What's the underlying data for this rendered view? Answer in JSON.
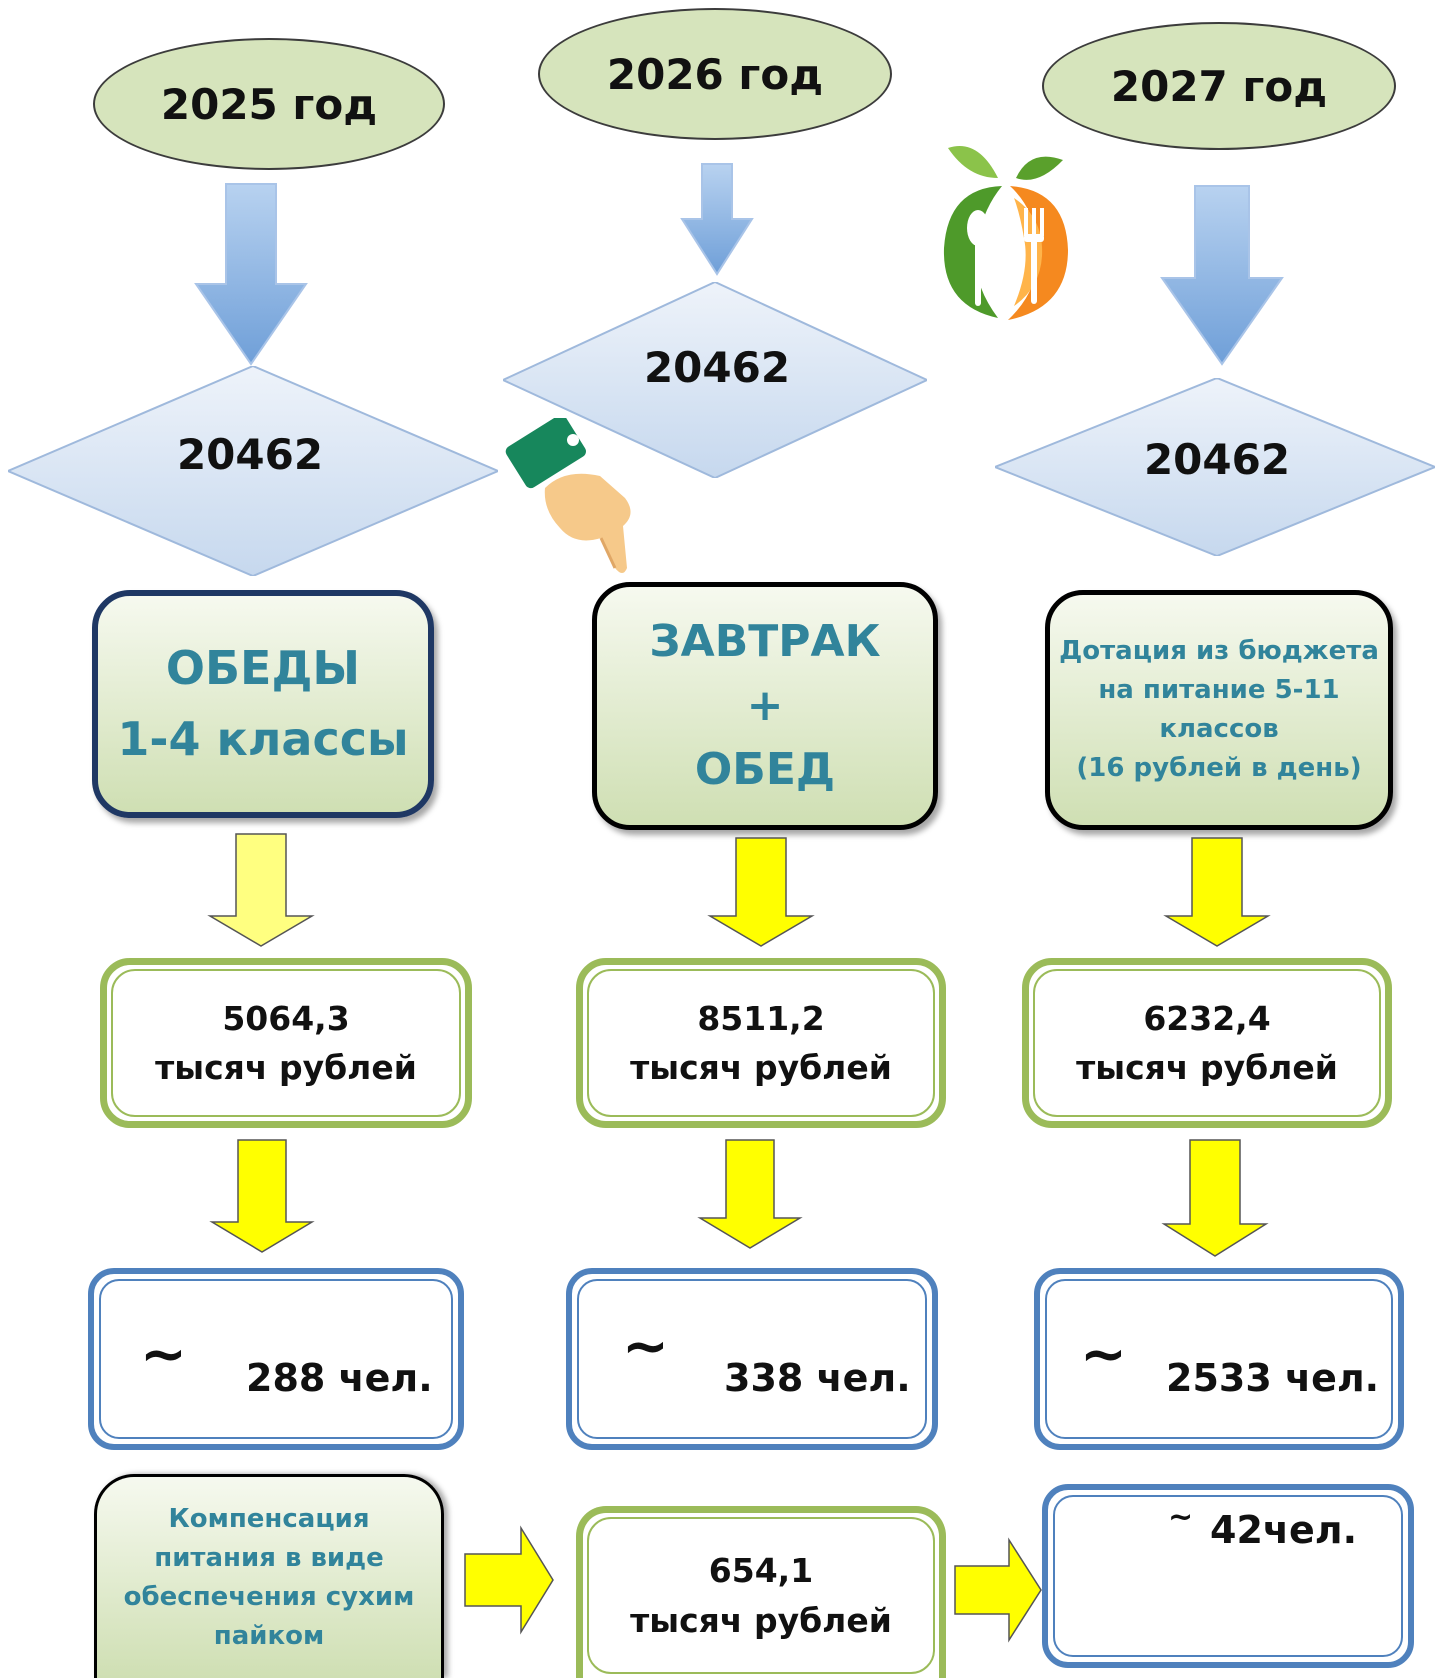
{
  "years": [
    "2025 год",
    "2026 год",
    "2027 год"
  ],
  "diamond_values": [
    "20462",
    "20462",
    "20462"
  ],
  "categories": {
    "c2025": {
      "line1": "ОБЕДЫ",
      "line2": "1-4 классы"
    },
    "c2026": {
      "line1": "ЗАВТРАК",
      "line2": "+",
      "line3": "ОБЕД"
    },
    "c2027": {
      "line1": "Дотация из бюджета",
      "line2": "на питание 5-11",
      "line3": "классов",
      "line4": "(16 рублей в день)"
    }
  },
  "amounts": [
    {
      "value": "5064,3",
      "unit": "тысяч рублей"
    },
    {
      "value": "8511,2",
      "unit": "тысяч рублей"
    },
    {
      "value": "6232,4",
      "unit": "тысяч рублей"
    }
  ],
  "people": [
    {
      "tilde": "~",
      "count": "288 чел."
    },
    {
      "tilde": "~",
      "count": "338 чел."
    },
    {
      "tilde": "~",
      "count": "2533 чел."
    }
  ],
  "compensation": {
    "label": {
      "line1": "Компенсация",
      "line2": "питания в виде",
      "line3": "обеспечения сухим",
      "line4": "пайком"
    },
    "amount": {
      "value": "654,1",
      "unit": "тысяч рублей"
    },
    "people": {
      "tilde": "~",
      "count": "42чел."
    }
  },
  "icons": [
    "pointing-hand-icon",
    "food-logo-icon",
    "arrow-down-icon",
    "arrow-right-icon"
  ],
  "colors": {
    "ellipse_fill": "#d6e4bc",
    "diamond_fill": "#dbe5f1",
    "blue_arrow": "#8db3e2",
    "yellow_arrow": "#ffff00",
    "teal_text": "#31849b",
    "green_border": "#9bbb59",
    "blue_border": "#4f81bd",
    "navy_border": "#1f3864"
  }
}
